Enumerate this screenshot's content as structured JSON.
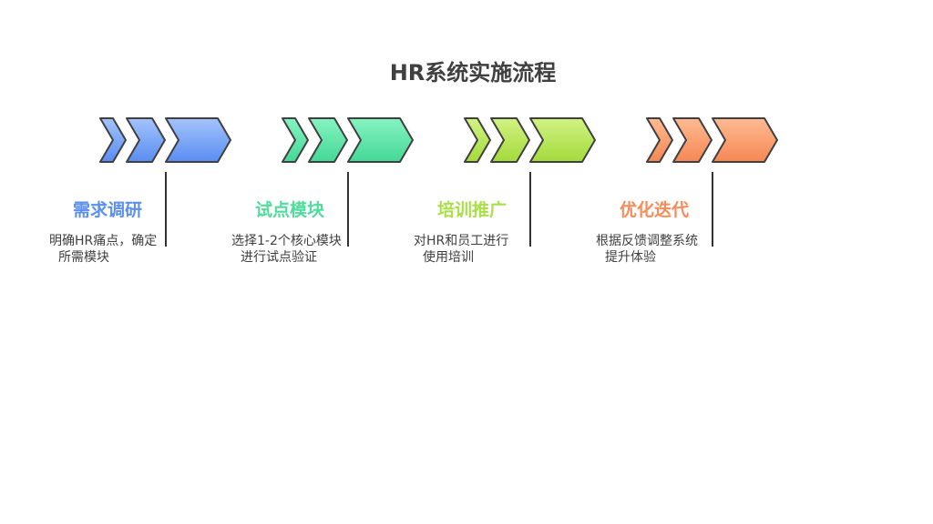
{
  "title": "HR系统实施流程",
  "steps": [
    {
      "title": "需求调研",
      "desc_line1": "明确HR痛点，确定",
      "desc_line2": "所需模块",
      "color": "#5b8ff0",
      "fill_light": "#9fc0fb",
      "fill_dark": "#5a8df2"
    },
    {
      "title": "试点模块",
      "desc_line1": "选择1-2个核心模块",
      "desc_line2": "进行试点验证",
      "color": "#4fdc9c",
      "fill_light": "#82f2bd",
      "fill_dark": "#46d898"
    },
    {
      "title": "培训推广",
      "desc_line1": "对HR和员工进行",
      "desc_line2": "使用培训",
      "color": "#a9e04a",
      "fill_light": "#cdf07c",
      "fill_dark": "#a5dc3e"
    },
    {
      "title": "优化迭代",
      "desc_line1": "根据反馈调整系统",
      "desc_line2": "提升体验",
      "color": "#f58c5a",
      "fill_light": "#ffb48a",
      "fill_dark": "#f58a57"
    }
  ]
}
